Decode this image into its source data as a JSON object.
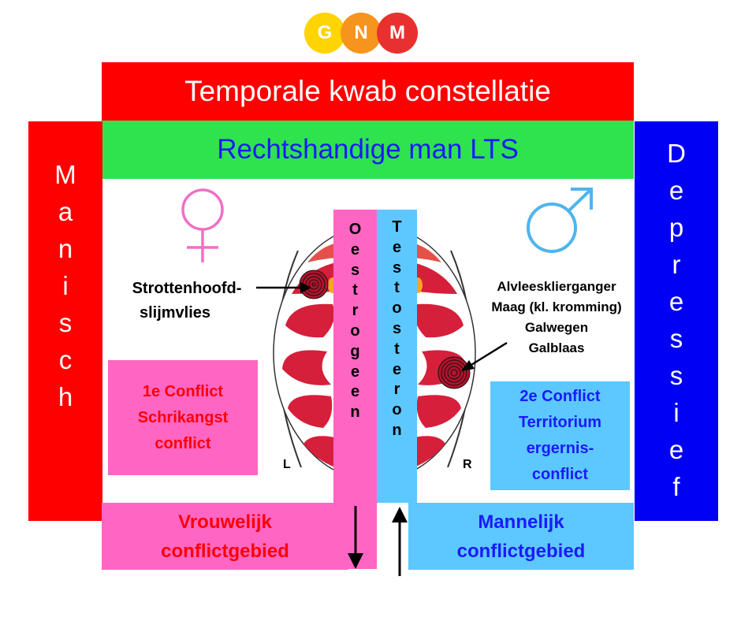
{
  "logo": {
    "letters": [
      "G",
      "N",
      "M"
    ]
  },
  "title": "Temporale kwab constellatie",
  "subtitle": "Rechtshandige man LTS",
  "left_vertical": [
    "M",
    "a",
    "n",
    "i",
    "s",
    "c",
    "h"
  ],
  "right_vertical": [
    "D",
    "e",
    "p",
    "r",
    "e",
    "s",
    "s",
    "i",
    "e",
    "f"
  ],
  "column_left": [
    "O",
    "e",
    "s",
    "t",
    "r",
    "o",
    "g",
    "e",
    "e",
    "n"
  ],
  "column_right": [
    "T",
    "e",
    "s",
    "t",
    "o",
    "s",
    "t",
    "e",
    "r",
    "o",
    "n"
  ],
  "left_label": {
    "line1": "Strottenhoofd-",
    "line2": "slijmvlies"
  },
  "right_label": {
    "line1": "Alvleesklierganger",
    "line2": "Maag (kl. kromming)",
    "line3": "Galwegen",
    "line4": "Galblaas"
  },
  "brain_side_left": "L",
  "brain_side_right": "R",
  "conflict_left": {
    "line1": "1e Conflict",
    "line2": "Schrikangst",
    "line3": "conflict"
  },
  "conflict_right": {
    "line1": "2e Conflict",
    "line2": "Territorium",
    "line3": "ergernis-",
    "line4": "conflict"
  },
  "area_left": {
    "line1": "Vrouwelijk",
    "line2": "conflictgebied"
  },
  "area_right": {
    "line1": "Mannelijk",
    "line2": "conflictgebied"
  },
  "colors": {
    "red": "#ff0000",
    "green": "#2ee34d",
    "blue": "#0000f5",
    "pink": "#ff66c4",
    "light_blue": "#5dc8ff",
    "text_blue": "#1a1aff",
    "brain_red": "#d61f3a",
    "female_symbol": "#f06fc4",
    "male_symbol": "#4fb4ee"
  },
  "icons": [
    "female-symbol-icon",
    "male-symbol-icon"
  ]
}
